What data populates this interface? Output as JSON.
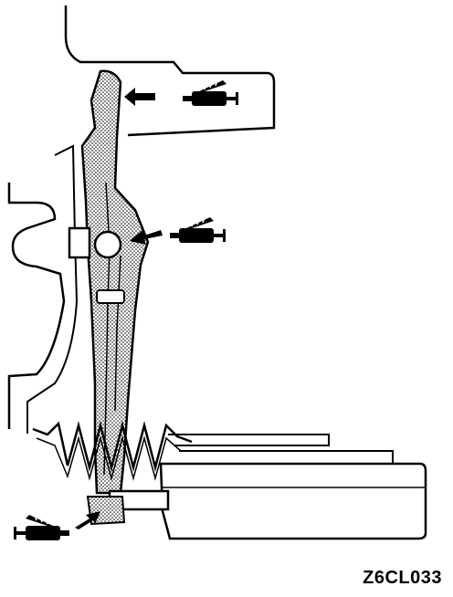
{
  "figure": {
    "code": "Z6CL033",
    "grease_points": [
      {
        "name": "release-fork-tip"
      },
      {
        "name": "pivot-ball"
      },
      {
        "name": "fork-lower-end"
      }
    ]
  }
}
